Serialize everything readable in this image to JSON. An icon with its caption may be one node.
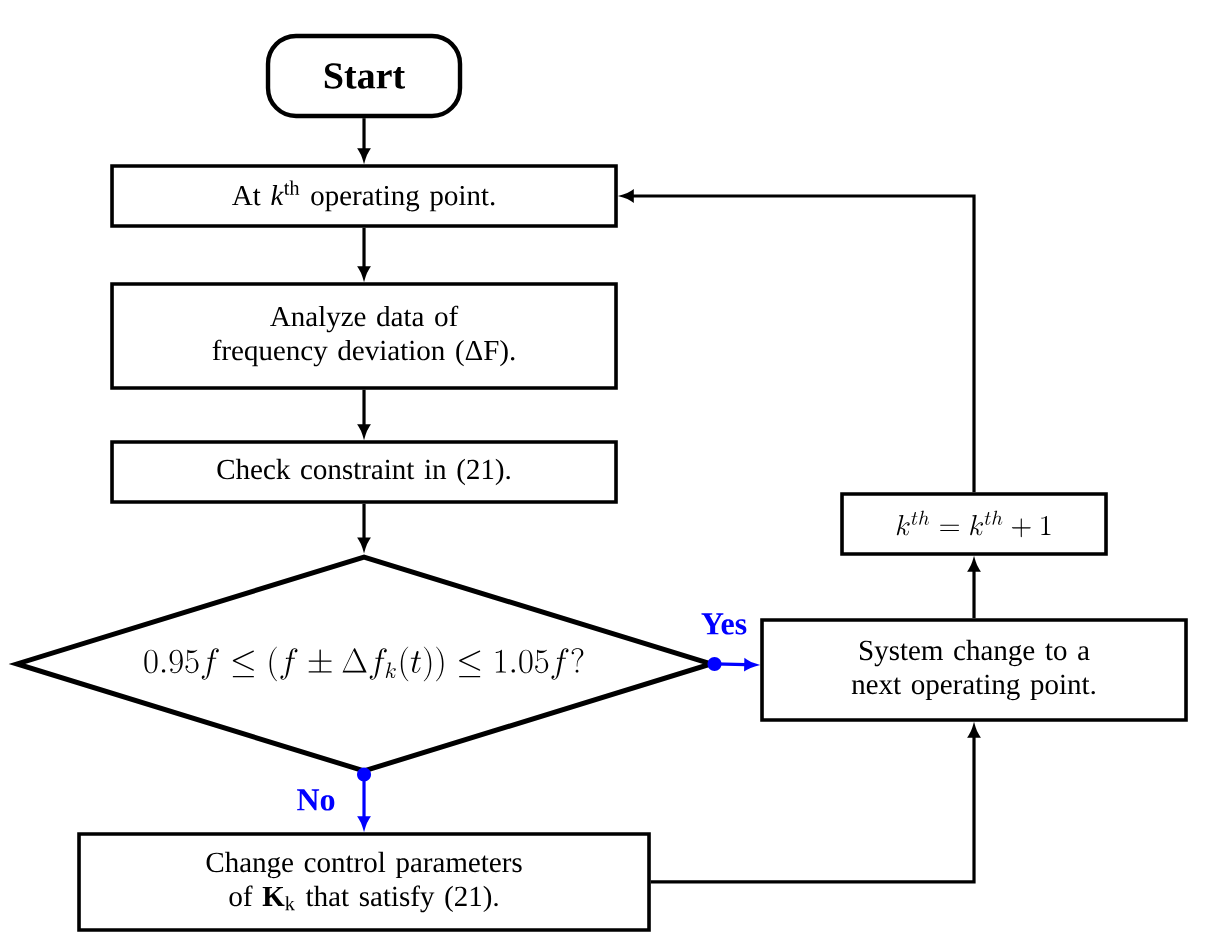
{
  "diagram": {
    "nodes": [
      {
        "text": [
          "**Start**"
        ]
      },
      {
        "text": [
          "At *k*$^{th}$ operating point."
        ]
      },
      {
        "text": [
          "Analyze data of frequency deviation (ΔF)."
        ]
      },
      {
        "text": [
          "Check constraint in (21)."
        ]
      },
      {
        "text": [
          "0.95f \\leq (f \\pm \\Delta f_k(t)) \\leq 1.05f?"
        ]
      },
      {
        "text": [
          "System change to a next operating point."
        ]
      },
      {
        "text": [
          "k^{th} = k^{th} + 1"
        ]
      },
      {
        "text": [
          "Change control parameters of **K**$_{k}$ that satisfy (21)."
        ]
      }
    ],
    "edges": [
      {
        "from": 0,
        "to": 1,
        "arrow": "to"
      },
      {
        "from": 1,
        "to": 2,
        "arrow": "to"
      },
      {
        "from": 2,
        "to": 3,
        "arrow": "to"
      },
      {
        "from": 3,
        "to": 4,
        "arrow": "to"
      },
      {
        "from": 4,
        "to": 5,
        "arrow": "to",
        "label": "Yes",
        "color": "#0000ff"
      },
      {
        "from": 4,
        "to": 7,
        "arrow": "to",
        "label": "No",
        "color": "#0000ff"
      },
      {
        "from": 7,
        "to": 5,
        "arrow": "to"
      },
      {
        "from": 5,
        "to": 6,
        "arrow": "to"
      },
      {
        "from": 6,
        "to": 1,
        "arrow": "to"
      }
    ]
  }
}
